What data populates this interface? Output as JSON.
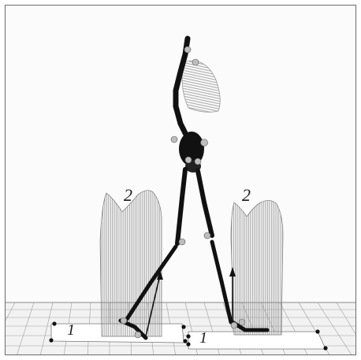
{
  "figure": {
    "description_labels": {
      "force_label_left": "2",
      "force_label_right": "2",
      "plate_label_left": "1",
      "plate_label_right": "1"
    },
    "colors": {
      "skeleton": "#111111",
      "force_hatch": "#8a8a8a",
      "floor_grid": "#9a9a9a",
      "plate": "#ffffff",
      "joint": "#bdbdbd"
    }
  }
}
